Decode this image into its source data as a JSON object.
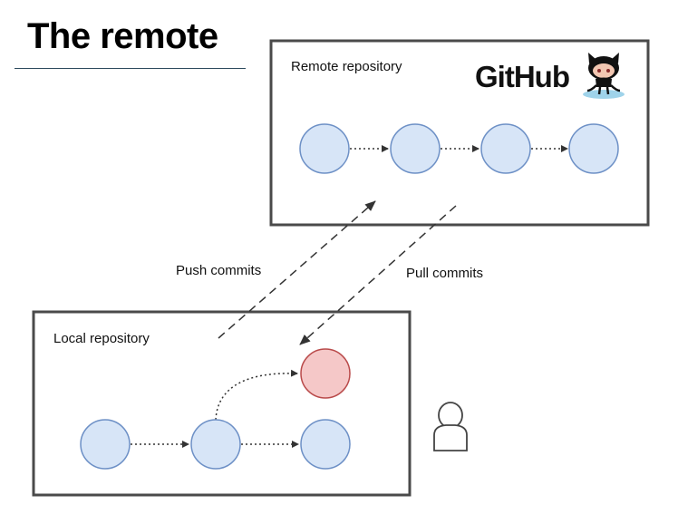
{
  "title": "The remote",
  "remote": {
    "label": "Remote repository",
    "brand": "GitHub"
  },
  "local": {
    "label": "Local repository"
  },
  "arrows": {
    "push_label": "Push commits",
    "pull_label": "Pull commits"
  },
  "colors": {
    "commit_fill": "#d7e5f7",
    "commit_stroke": "#6d90c6",
    "new_commit_fill": "#f5c8c8",
    "new_commit_stroke": "#b94a4a",
    "box_border": "#4a4a4a",
    "arrow": "#333333"
  },
  "icons": [
    "octocat-icon",
    "person-icon"
  ]
}
